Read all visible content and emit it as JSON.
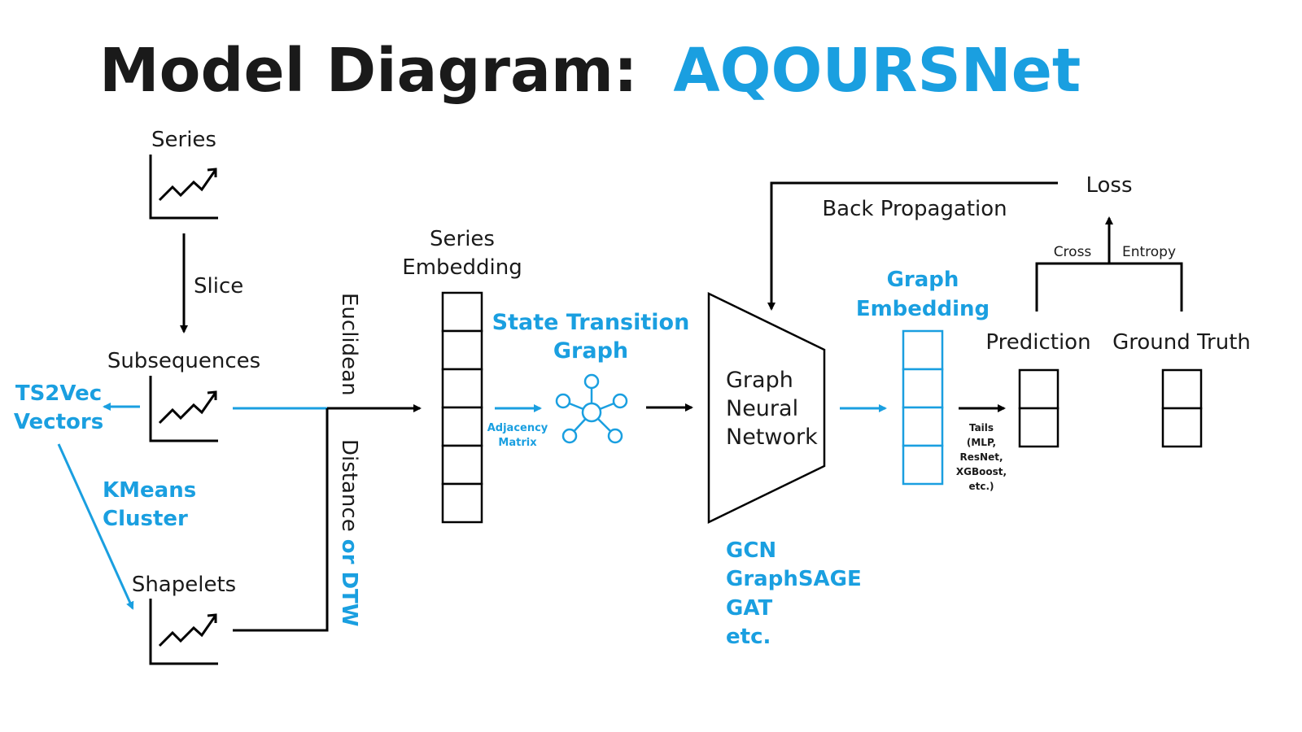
{
  "title": {
    "main": "Model Diagram:",
    "accent": "AQOURSNet"
  },
  "labels": {
    "series": "Series",
    "slice": "Slice",
    "subsequences": "Subsequences",
    "ts2vec_line1": "TS2Vec",
    "ts2vec_line2": "Vectors",
    "kmeans_line1": "KMeans",
    "kmeans_line2": "Cluster",
    "shapelets": "Shapelets",
    "euclidean": "Euclidean",
    "distance": "Distance",
    "or_dtw": " or DTW",
    "series_embedding_line1": "Series",
    "series_embedding_line2": "Embedding",
    "state_transition_line1": "State Transition",
    "state_transition_line2": "Graph",
    "adjacency_line1": "Adjacency",
    "adjacency_line2": "Matrix",
    "gnn_line1": "Graph",
    "gnn_line2": "Neural",
    "gnn_line3": "Network",
    "gnn_variants": [
      "GCN",
      "GraphSAGE",
      "GAT",
      "etc."
    ],
    "graph_embedding_line1": "Graph",
    "graph_embedding_line2": "Embedding",
    "tails": [
      "Tails",
      "(MLP,",
      "ResNet,",
      "XGBoost,",
      "etc.)"
    ],
    "prediction": "Prediction",
    "ground_truth": "Ground Truth",
    "cross": "Cross",
    "entropy": "Entropy",
    "loss": "Loss",
    "back_propagation": "Back Propagation"
  },
  "colors": {
    "accent": "#1a9fe0",
    "ink": "#000000"
  },
  "icons": [
    "trend-chart-icon",
    "star-graph-icon"
  ]
}
